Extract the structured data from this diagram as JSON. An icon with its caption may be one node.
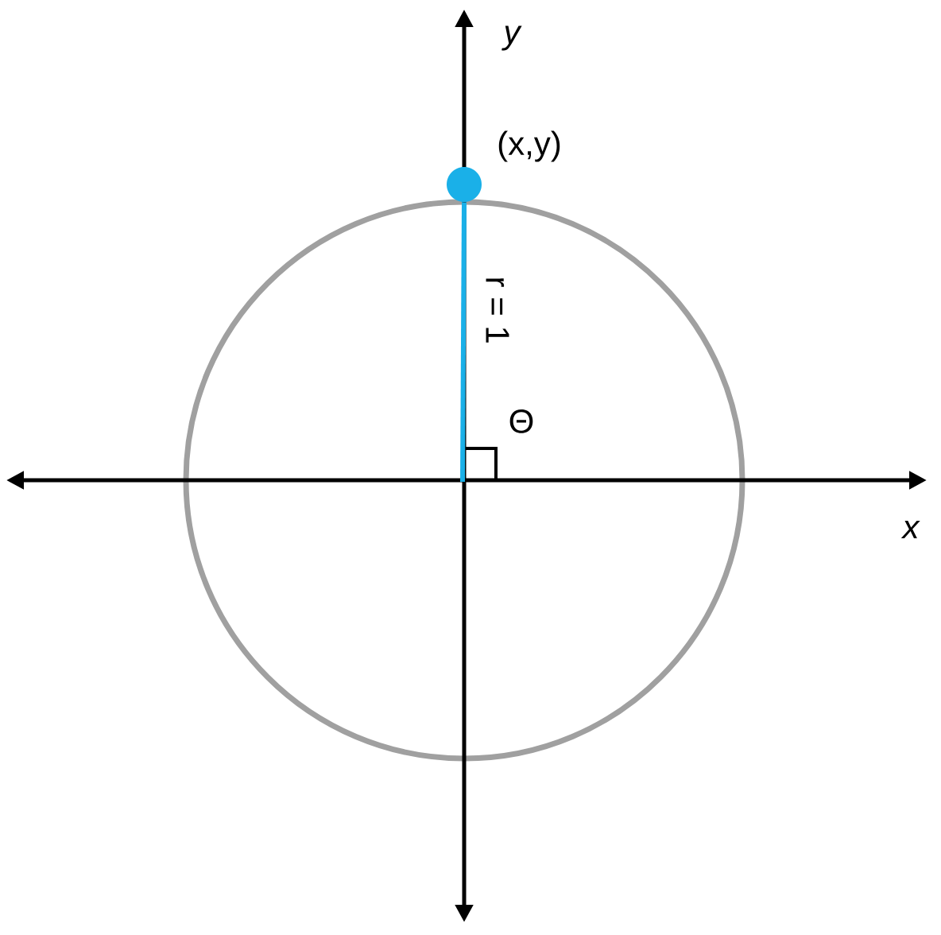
{
  "diagram": {
    "nodes": [
      {
        "text": [],
        "shape": "circle",
        "beside": [
          "(x,y)"
        ]
      },
      {
        "text": [],
        "shape": "box"
      }
    ],
    "edges": [
      {
        "from": 1,
        "to": 0,
        "arrow": "none",
        "label": "r = 1"
      }
    ],
    "labels": [
      "y",
      "x",
      "Θ"
    ]
  }
}
